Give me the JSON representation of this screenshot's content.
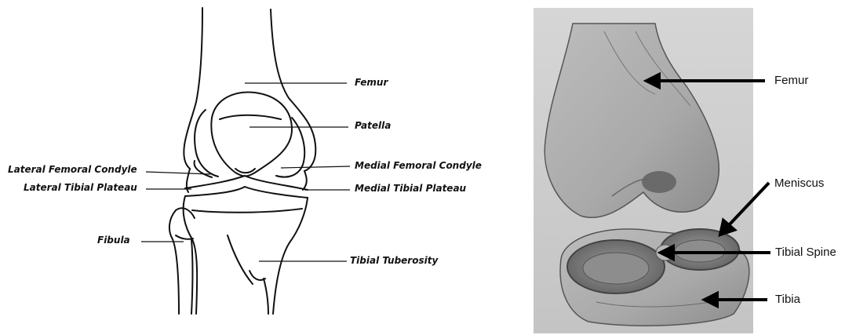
{
  "left_diagram": {
    "labels": {
      "femur": "Femur",
      "patella": "Patella",
      "lateral_femoral_condyle": "Lateral Femoral Condyle",
      "medial_femoral_condyle": "Medial Femoral Condyle",
      "lateral_tibial_plateau": "Lateral Tibial Plateau",
      "medial_tibial_plateau": "Medial Tibial Plateau",
      "fibula": "Fibula",
      "tibial_tuberosity": "Tibial Tuberosity"
    }
  },
  "right_diagram": {
    "labels": {
      "femur": "Femur",
      "meniscus": "Meniscus",
      "tibial_spine": "Tibial Spine",
      "tibia": "Tibia"
    }
  }
}
